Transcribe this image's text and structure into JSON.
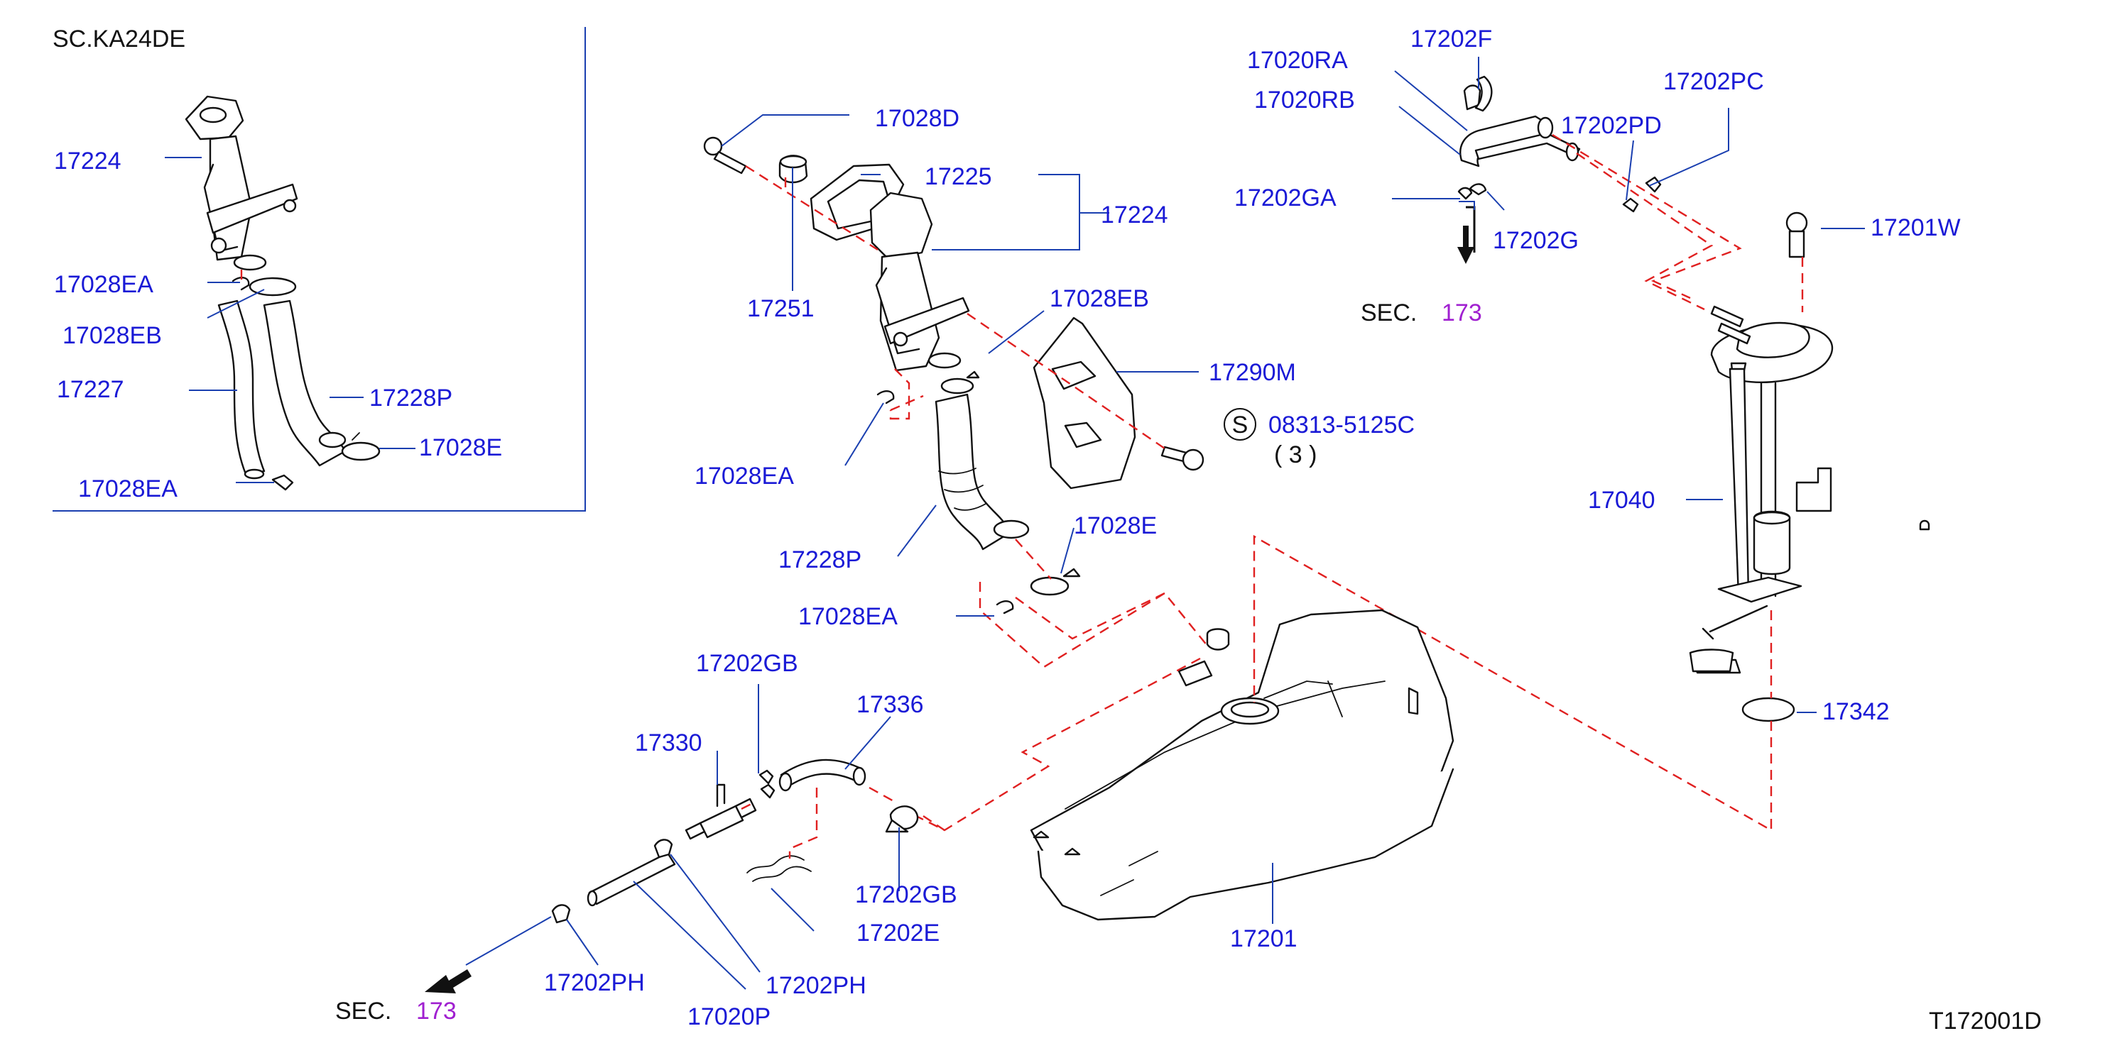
{
  "inset": {
    "title": "SC.KA24DE"
  },
  "labels": {
    "inset_17224": "17224",
    "inset_17028EA_top": "17028EA",
    "inset_17028EB": "17028EB",
    "inset_17227": "17227",
    "inset_17228P": "17228P",
    "inset_17028E": "17028E",
    "inset_17028EA_bottom": "17028EA",
    "p17028D": "17028D",
    "p17225": "17225",
    "p17224": "17224",
    "p17251": "17251",
    "p17028EB": "17028EB",
    "p17290M": "17290M",
    "p17028EA_mid": "17028EA",
    "p17228P": "17228P",
    "p17028E": "17028E",
    "p17028EA_low": "17028EA",
    "p17020RA": "17020RA",
    "p17202F": "17202F",
    "p17020RB": "17020RB",
    "p17202PC": "17202PC",
    "p17202PD": "17202PD",
    "p17202GA": "17202GA",
    "p17202G": "17202G",
    "p17201W": "17201W",
    "p17040": "17040",
    "p17342": "17342",
    "p17202GB_top": "17202GB",
    "p17336": "17336",
    "p17330": "17330",
    "p17202GB_bottom": "17202GB",
    "p17202E": "17202E",
    "p17201": "17201",
    "p17202PH_left": "17202PH",
    "p17202PH_right": "17202PH",
    "p17020P": "17020P",
    "bolt_code": "08313-5125C",
    "bolt_qty": "( 3 )",
    "bolt_symbol": "S"
  },
  "section_refs": {
    "sec_word": "SEC.",
    "sec_number": "173"
  },
  "figure_code": "T172001D",
  "colors": {
    "label": "#1a1ad6",
    "section_number": "#a020d0",
    "dashed_line": "#e02020",
    "leader": "#1a3fb0"
  }
}
